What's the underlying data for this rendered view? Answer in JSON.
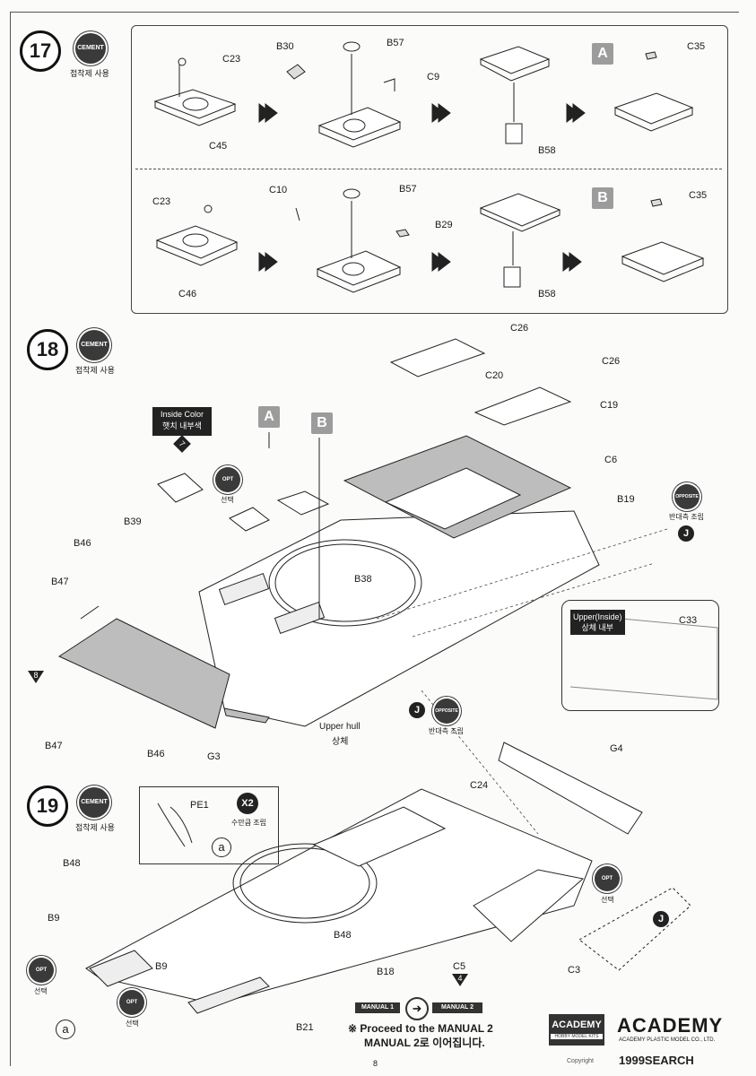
{
  "steps": [
    {
      "number": "17",
      "cement": "CEMENT",
      "cement_kr": "접착제 사용"
    },
    {
      "number": "18",
      "cement": "CEMENT",
      "cement_kr": "접착제 사용"
    },
    {
      "number": "19",
      "cement": "CEMENT",
      "cement_kr": "접착제 사용"
    }
  ],
  "step17": {
    "row_a": {
      "variant": "A",
      "parts": [
        "C23",
        "C45",
        "B30",
        "B57",
        "C9",
        "B58",
        "C35"
      ]
    },
    "row_b": {
      "variant": "B",
      "parts": [
        "C23",
        "C46",
        "C10",
        "B57",
        "B29",
        "B58",
        "C35"
      ]
    }
  },
  "step18": {
    "inside_color_en": "Inside Color",
    "inside_color_kr": "햇치 내부색",
    "inside_color_num": "7",
    "opt": "OPT",
    "opt_kr": "선택",
    "opposite": "OPPOSITE",
    "opposite_kr": "반대측 조립",
    "variant_a": "A",
    "variant_b": "B",
    "parts": [
      "C26",
      "C20",
      "C26",
      "C19",
      "C6",
      "B19",
      "B39",
      "B46",
      "B47",
      "B38",
      "B47",
      "B46",
      "G3",
      "C33"
    ],
    "upper_hull_en": "Upper hull",
    "upper_hull_kr": "상체",
    "upper_inside_en": "Upper(Inside)",
    "upper_inside_kr": "상체 내부",
    "marker_j": "J",
    "marker_8": "8"
  },
  "step19": {
    "pe_label": "PE1",
    "x2": "X2",
    "x2_kr": "수만큼 조립",
    "a_mark": "a",
    "parts": [
      "G4",
      "C24",
      "B48",
      "B9",
      "B48",
      "B9",
      "B18",
      "C5",
      "B21",
      "C3"
    ],
    "opt": "OPT",
    "opt_kr": "선택",
    "c5_num": "4",
    "marker_j": "J"
  },
  "footer": {
    "manual1": "MANUAL 1",
    "manual2": "MANUAL 2",
    "proceed_en": "※ Proceed to the MANUAL 2",
    "proceed_kr": "MANUAL 2로 이어집니다.",
    "academy_box": "ACADEMY",
    "academy_box_sub": "HOBBY MODEL KITS",
    "academy_logo": "ACADEMY",
    "academy_sub": "ACADEMY PLASTIC MODEL CO., LTD.",
    "page": "8",
    "watermark": "1999SEARCH",
    "copyright": "Copyright"
  },
  "colors": {
    "ink": "#1a1a1a",
    "panel": "#bdbdbd",
    "badge": "#3a3a3a",
    "tag": "#9c9c9c"
  }
}
